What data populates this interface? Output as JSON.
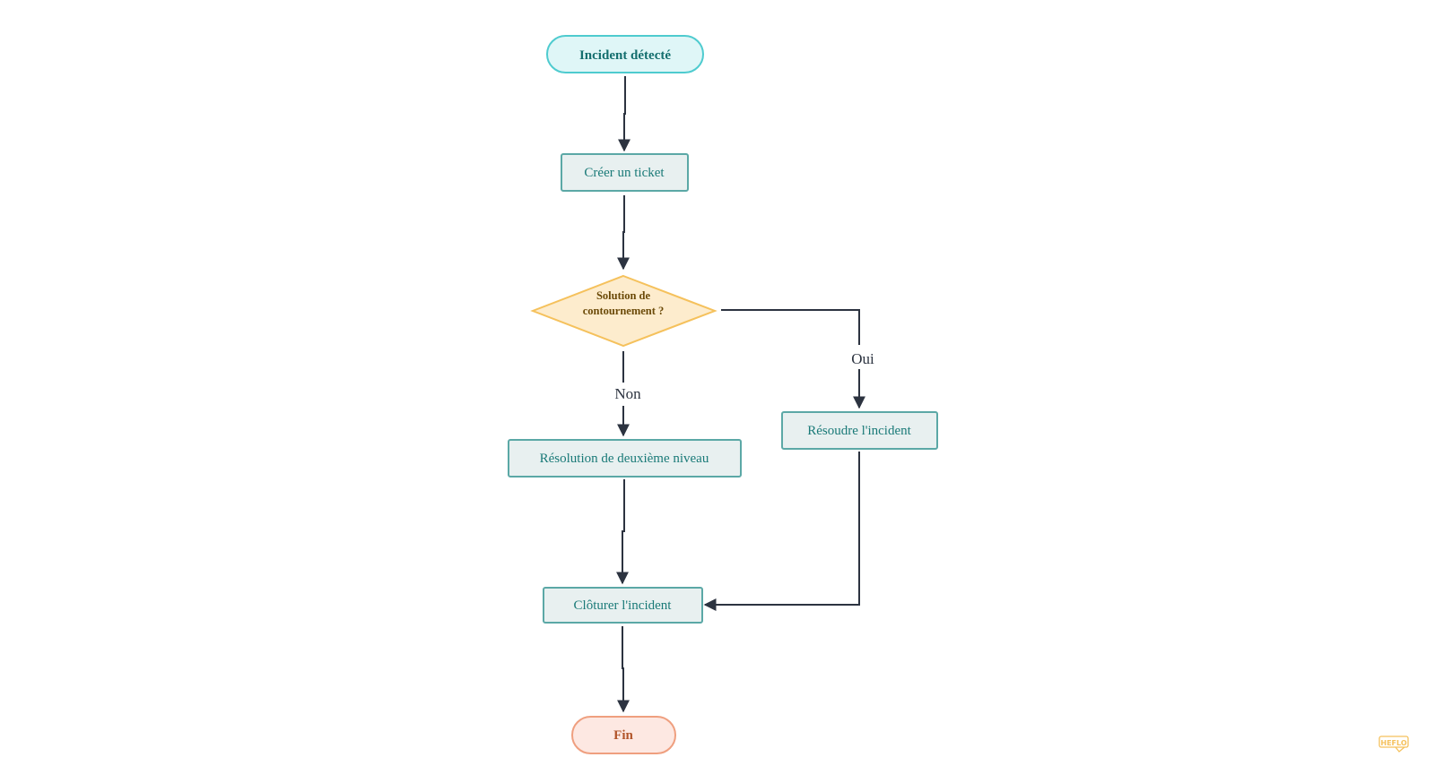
{
  "nodes": {
    "start": {
      "label": "Incident détecté"
    },
    "create_ticket": {
      "label": "Créer un ticket"
    },
    "decision": {
      "line1": "Solution de",
      "line2": "contournement ?"
    },
    "second_level": {
      "label": "Résolution de deuxième niveau"
    },
    "resolve": {
      "label": "Résoudre l'incident"
    },
    "close": {
      "label": "Clôturer l'incident"
    },
    "end": {
      "label": "Fin"
    }
  },
  "edges": {
    "no_label": "Non",
    "yes_label": "Oui"
  },
  "watermark": {
    "text": "HEFLO"
  },
  "colors": {
    "start_fill": "#dff6f7",
    "start_stroke": "#4ecbcf",
    "start_text": "#136e6e",
    "process_fill": "#e8f0f0",
    "process_stroke": "#5ba8a6",
    "process_text": "#1a7a78",
    "decision_fill": "#fdeccd",
    "decision_stroke": "#f5c15c",
    "decision_text": "#6b4a08",
    "end_fill": "#fde8e2",
    "end_stroke": "#ef9f7f",
    "end_text": "#b2552a",
    "edge": "#2c3340",
    "watermark": "#f5c15c"
  }
}
